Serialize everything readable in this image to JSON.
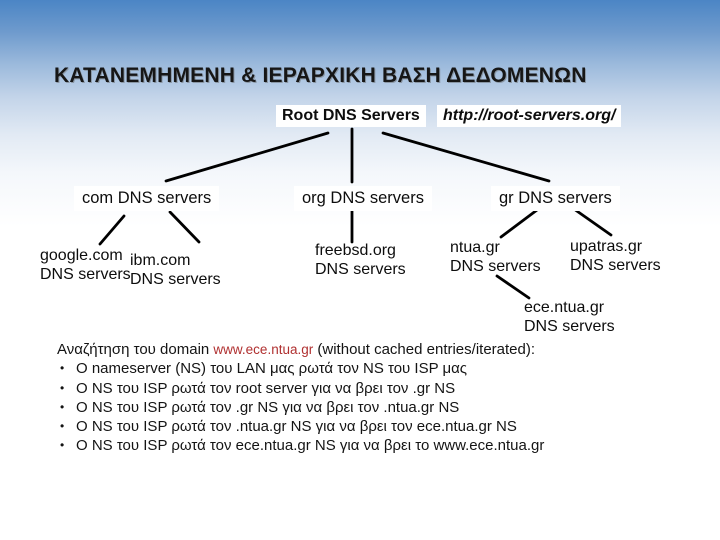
{
  "slide": {
    "title": "ΚΑΤΑΝΕΜΗΜΕΝΗ & ΙΕΡΑΡΧΙΚΗ ΒΑΣΗ ΔΕΔΟΜΕΝΩΝ"
  },
  "tree": {
    "root": {
      "label": "Root DNS Servers",
      "url": "http://root-servers.org/"
    },
    "tld": {
      "com": "com DNS servers",
      "org": "org DNS servers",
      "gr": "gr DNS servers"
    },
    "leaves": {
      "google": {
        "line1": "google.com",
        "line2": "DNS servers"
      },
      "ibm": {
        "line1": "ibm.com",
        "line2": "DNS servers"
      },
      "freebsd": {
        "line1": "freebsd.org",
        "line2": "DNS servers"
      },
      "ntua": {
        "line1": "ntua.gr",
        "line2": "DNS servers"
      },
      "upatras": {
        "line1": "upatras.gr",
        "line2": "DNS servers"
      },
      "ece": {
        "line1": "ece.ntua.gr",
        "line2": "DNS servers"
      }
    }
  },
  "notes": {
    "intro": {
      "prefix": "Αναζήτηση του domain ",
      "domain": "www.ece.ntua.gr",
      "suffix": " (without cached entries/iterated):"
    },
    "bullet_glyph": "•",
    "bullets": [
      "Ο nameserver (NS) του LAN μας ρωτά τον NS του ISP μας",
      "Ο NS του ISP ρωτά τον root server για να βρει τον .gr NS",
      "Ο NS του ISP ρωτά τον .gr NS για να βρει τον .ntua.gr NS",
      "Ο NS του ISP ρωτά τον .ntua.gr NS για να βρει τον ece.ntua.gr NS",
      "Ο NS του ISP ρωτά τον ece.ntua.gr NS για να βρει το www.ece.ntua.gr"
    ]
  },
  "colors": {
    "background_top_blue": "#4b85c5",
    "connector_black": "#000000",
    "domain_red": "#b03030"
  }
}
